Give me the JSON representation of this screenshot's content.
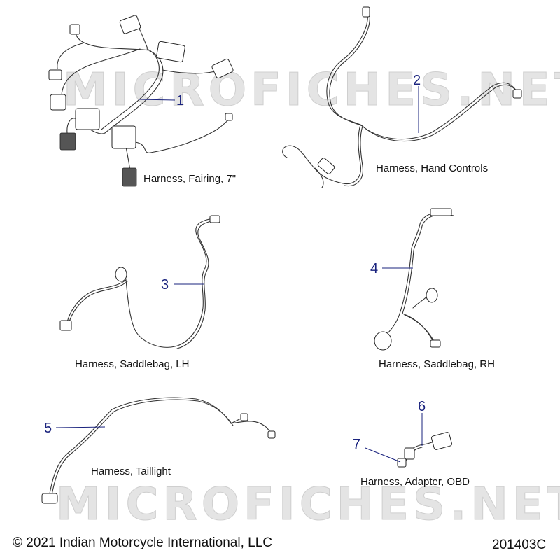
{
  "watermark": {
    "top": "MICROFICHES.NET",
    "bottom": "MICROFICHES.NET"
  },
  "parts": [
    {
      "callout": "1",
      "caption": "Harness, Fairing, 7\""
    },
    {
      "callout": "2",
      "caption": "Harness, Hand Controls"
    },
    {
      "callout": "3",
      "caption": "Harness, Saddlebag, LH"
    },
    {
      "callout": "4",
      "caption": "Harness, Saddlebag, RH"
    },
    {
      "callout": "5",
      "caption": "Harness, Taillight"
    },
    {
      "callout": "6",
      "caption": "Harness, Adapter, OBD"
    },
    {
      "callout": "7",
      "caption": ""
    }
  ],
  "footer": {
    "copyright": "© 2021 Indian Motorcycle International, LLC",
    "diagram_id": "201403C"
  }
}
